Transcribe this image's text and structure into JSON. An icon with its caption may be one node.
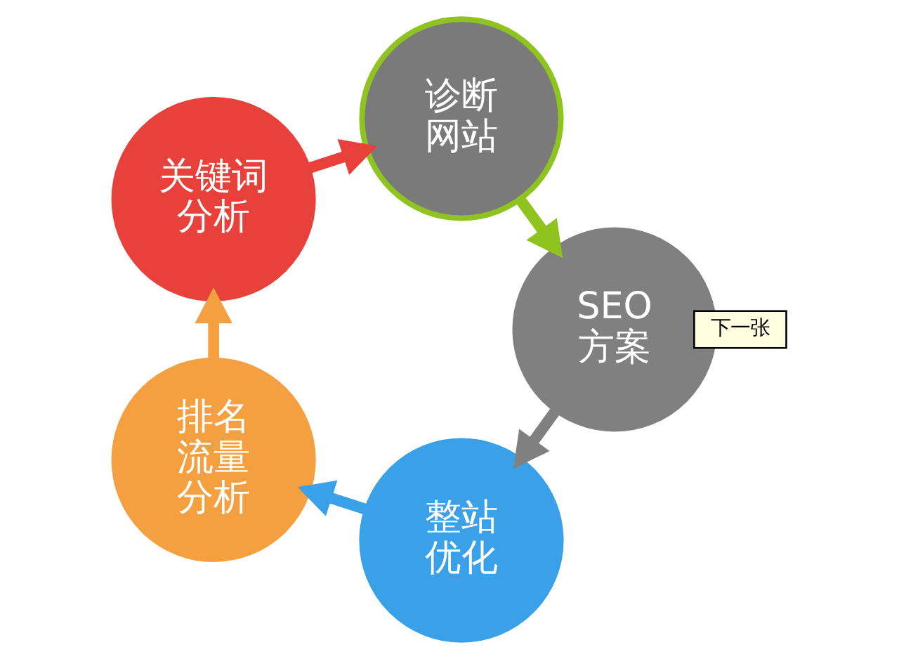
{
  "diagram": {
    "nodes": [
      {
        "text": [
          "关键词分析"
        ]
      },
      {
        "text": [
          "诊断网站"
        ]
      },
      {
        "text": [
          "SEO方案"
        ]
      },
      {
        "text": [
          "整站优化"
        ]
      },
      {
        "text": [
          "排名流量分析"
        ]
      }
    ],
    "edges": [
      {
        "from": 0,
        "to": 1,
        "arrow": "to",
        "color": "#e8403a"
      },
      {
        "from": 1,
        "to": 2,
        "arrow": "to",
        "color": "#8fc31f"
      },
      {
        "from": 2,
        "to": 3,
        "arrow": "to",
        "color": "#808080"
      },
      {
        "from": 3,
        "to": 4,
        "arrow": "to",
        "color": "#3aa0e8"
      },
      {
        "from": 4,
        "to": 0,
        "arrow": "to",
        "color": "#f5a040"
      }
    ],
    "labels": [
      "下一张"
    ]
  }
}
